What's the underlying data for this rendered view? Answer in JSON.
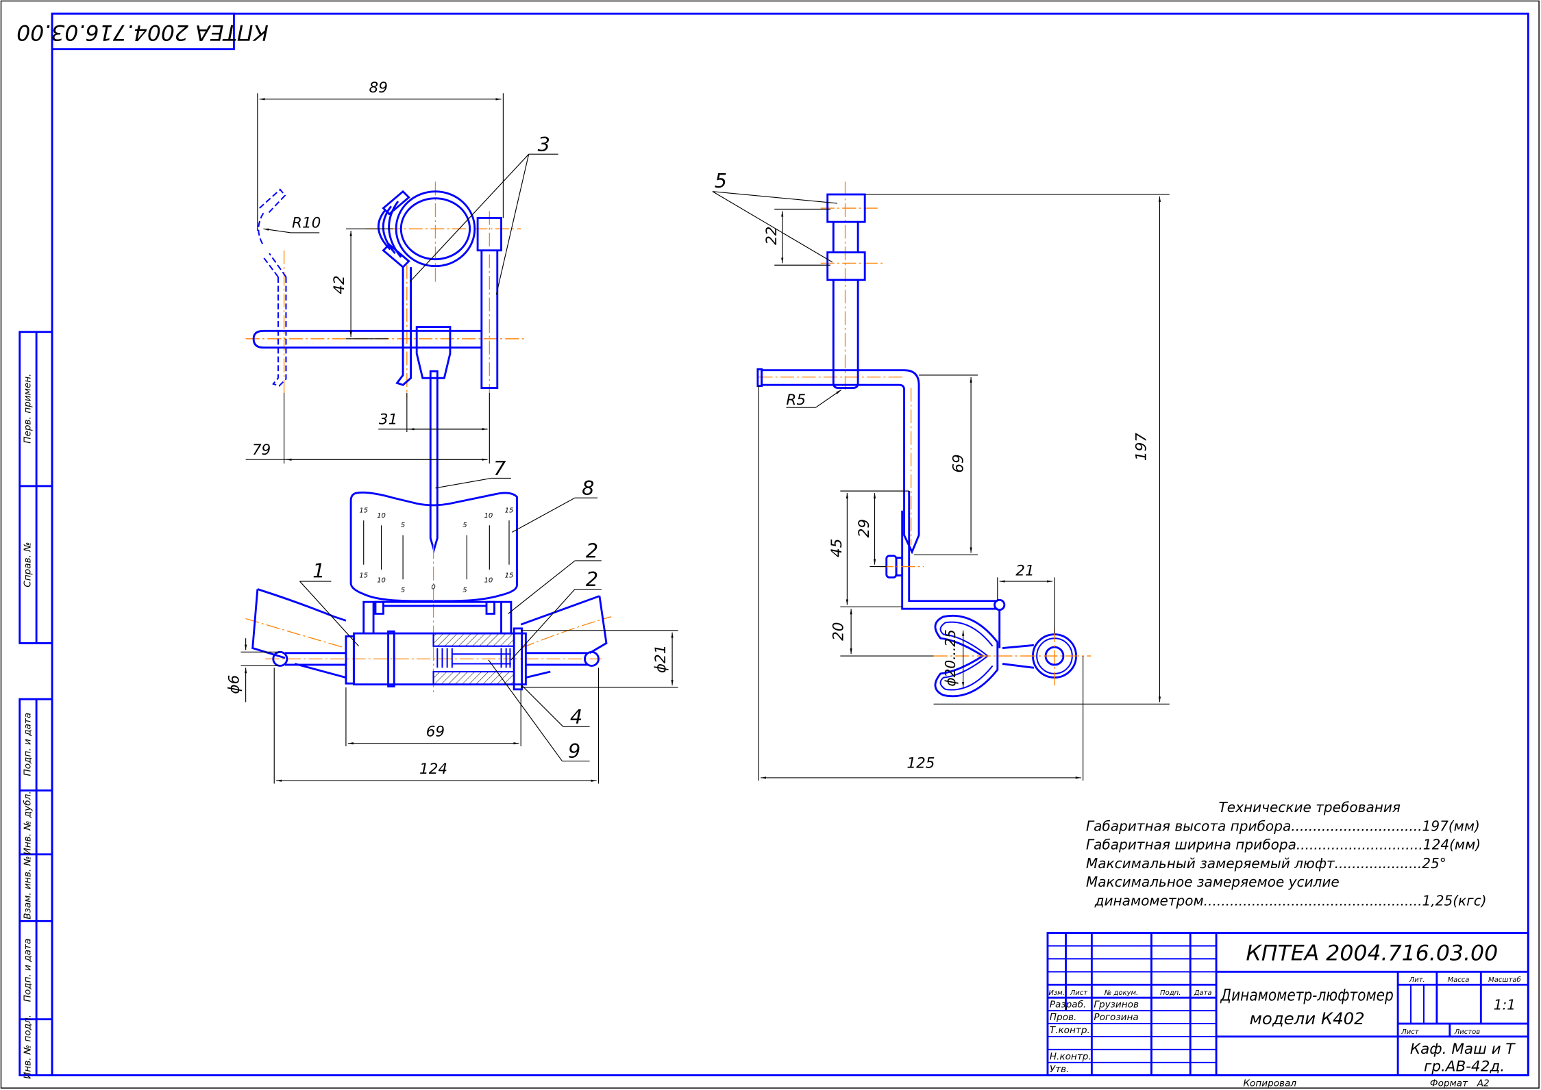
{
  "stamp": {
    "mirrored_code": "КПТЕА 2004.716.03.00"
  },
  "side_strip": {
    "upper": [
      "Перв. примен.",
      "Справ. №"
    ],
    "lower": [
      "Подп. и дата",
      "Инв. № дубл.",
      "Взам. инв. №",
      "Подп. и дата",
      "Инв. № подл."
    ]
  },
  "top_view": {
    "dims": {
      "d89": "89",
      "r10": "R10",
      "d42": "42",
      "d31": "31",
      "d79": "79"
    },
    "parts": {
      "p3": "3",
      "p7": "7",
      "p8": "8"
    }
  },
  "scale_plate": {
    "top": [
      "15",
      "10",
      "5",
      "5",
      "10",
      "15"
    ],
    "bottom": [
      "15",
      "10",
      "5",
      "0",
      "5",
      "10",
      "15"
    ]
  },
  "front_view": {
    "dims": {
      "d69": "69",
      "d124": "124",
      "phi21": "ϕ21",
      "phi6": "ϕ6"
    },
    "parts": {
      "p1": "1",
      "p2a": "2",
      "p2b": "2",
      "p4": "4",
      "p9": "9"
    }
  },
  "side_view": {
    "dims": {
      "d22": "22",
      "r5": "R5",
      "d197": "197",
      "d69": "69",
      "d45": "45",
      "d29": "29",
      "d20": "20",
      "d21": "21",
      "phi": "ϕ20...25",
      "d125": "125"
    },
    "parts": {
      "p5": "5"
    }
  },
  "tech_requirements": {
    "title": "Технические требования",
    "lines": [
      "Габаритная высота прибора..............................197(мм)",
      "Габаритная ширина прибора.............................124(мм)",
      "Максимальный замеряемый люфт....................25°",
      "Максимальное замеряемое усилие",
      "  динамометром..................................................1,25(кгс)"
    ]
  },
  "title_block": {
    "designation": "КПТЕА 2004.716.03.00",
    "name_line1": "Динамометр-люфтомер",
    "name_line2": "модели К402",
    "headers": {
      "izm": "Изм.",
      "list": "Лист",
      "doc": "№ докум.",
      "sign": "Подп.",
      "date": "Дата"
    },
    "roles": [
      "Разраб.",
      "Пров.",
      "Т.контр.",
      "Н.контр.",
      "Утв."
    ],
    "names": [
      "Грузинов",
      "Рогозина"
    ],
    "lit": "Лит.",
    "mass": "Масса",
    "scale_label": "Масштаб",
    "scale": "1:1",
    "sheet": "Лист",
    "sheets": "Листов",
    "org_line1": "Каф. Маш и Т",
    "org_line2": "гр.АВ-42д.",
    "copied": "Копировал",
    "format_label": "Формат",
    "format": "А2"
  },
  "colors": {
    "line": "#0000ff",
    "center": "#ff8000",
    "dim": "#000000"
  }
}
